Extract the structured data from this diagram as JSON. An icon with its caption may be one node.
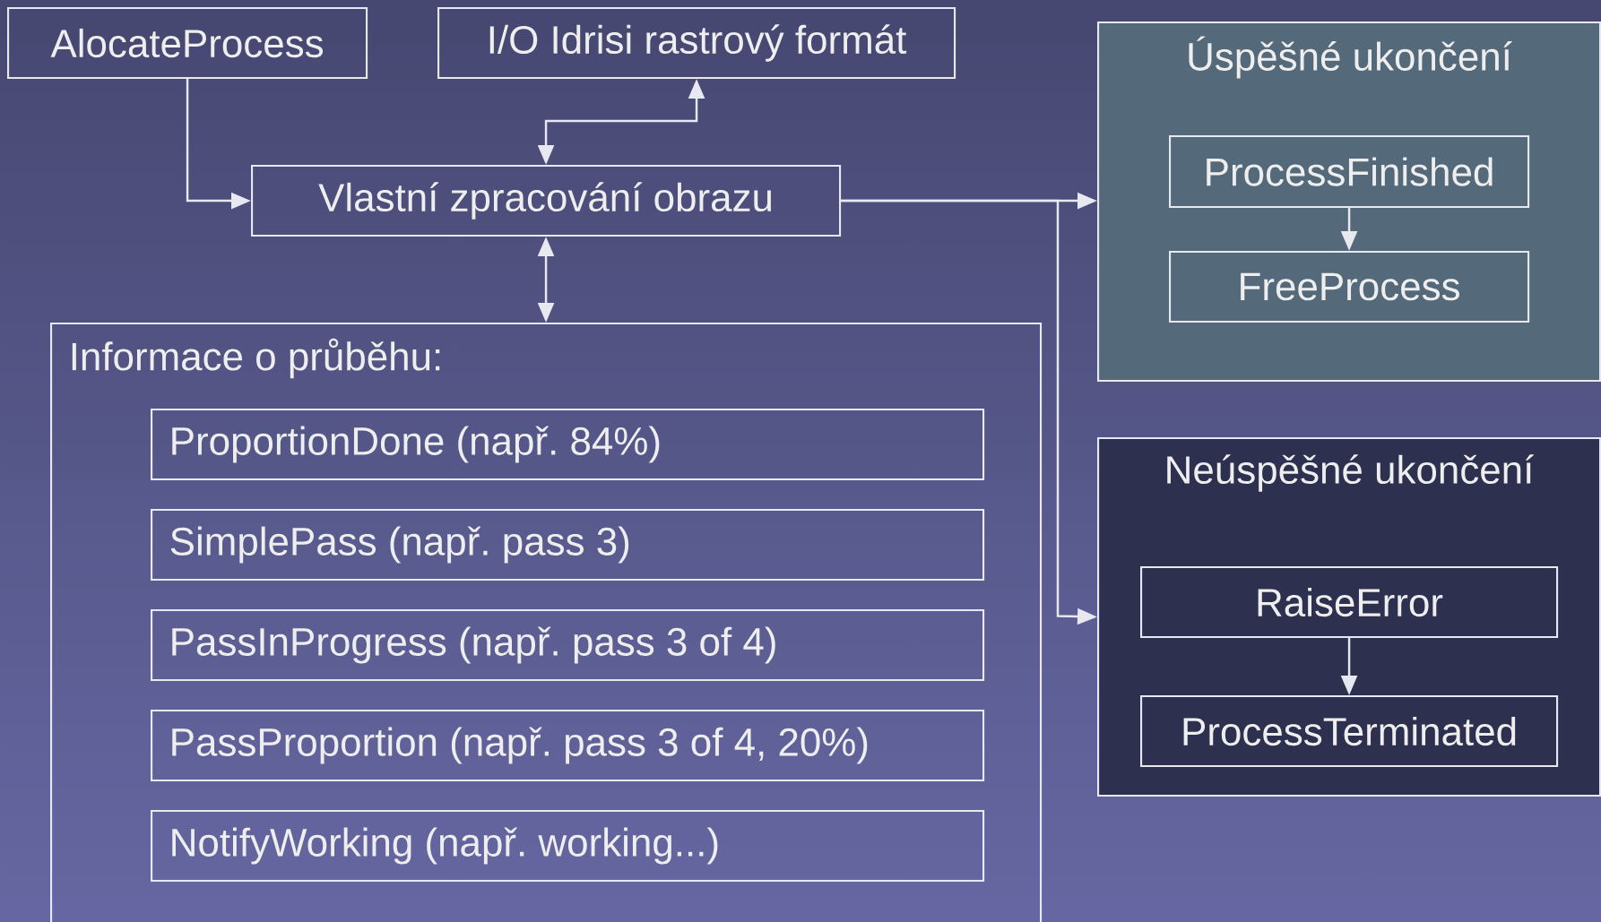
{
  "diagram": {
    "nodes": [
      {
        "text": [
          "AlocateProcess"
        ]
      },
      {
        "text": [
          "I/O Idrisi rastrový formát"
        ]
      },
      {
        "text": [
          "Vlastní zpracování obrazu"
        ]
      },
      {
        "text": [
          "Úspěšné ukončení"
        ]
      },
      {
        "text": [
          "ProcessFinished"
        ],
        "in": 3
      },
      {
        "text": [
          "FreeProcess"
        ],
        "in": 3
      },
      {
        "text": [
          "Neúspěšné ukončení"
        ]
      },
      {
        "text": [
          "RaiseError"
        ],
        "in": 6
      },
      {
        "text": [
          "ProcessTerminated"
        ],
        "in": 6
      },
      {
        "text": [
          "Informace o průběhu:"
        ]
      },
      {
        "text": [
          "ProportionDone (např. 84%)"
        ],
        "in": 9
      },
      {
        "text": [
          "SimplePass  (např. pass 3)"
        ],
        "in": 9
      },
      {
        "text": [
          "PassInProgress (např. pass 3 of 4)"
        ],
        "in": 9
      },
      {
        "text": [
          "PassProportion (např. pass 3 of 4, 20%)"
        ],
        "in": 9
      },
      {
        "text": [
          "NotifyWorking (např. working...)"
        ],
        "in": 9
      }
    ],
    "edges": [
      {
        "from": 0,
        "to": 2,
        "arrow": "to"
      },
      {
        "from": 2,
        "to": 1,
        "arrow": "both"
      },
      {
        "from": 2,
        "to": 3,
        "arrow": "to"
      },
      {
        "from": 2,
        "to": 6,
        "arrow": "to"
      },
      {
        "from": 2,
        "to": 9,
        "arrow": "both"
      },
      {
        "from": 4,
        "to": 5,
        "arrow": "to"
      },
      {
        "from": 7,
        "to": 8,
        "arrow": "to"
      }
    ]
  }
}
